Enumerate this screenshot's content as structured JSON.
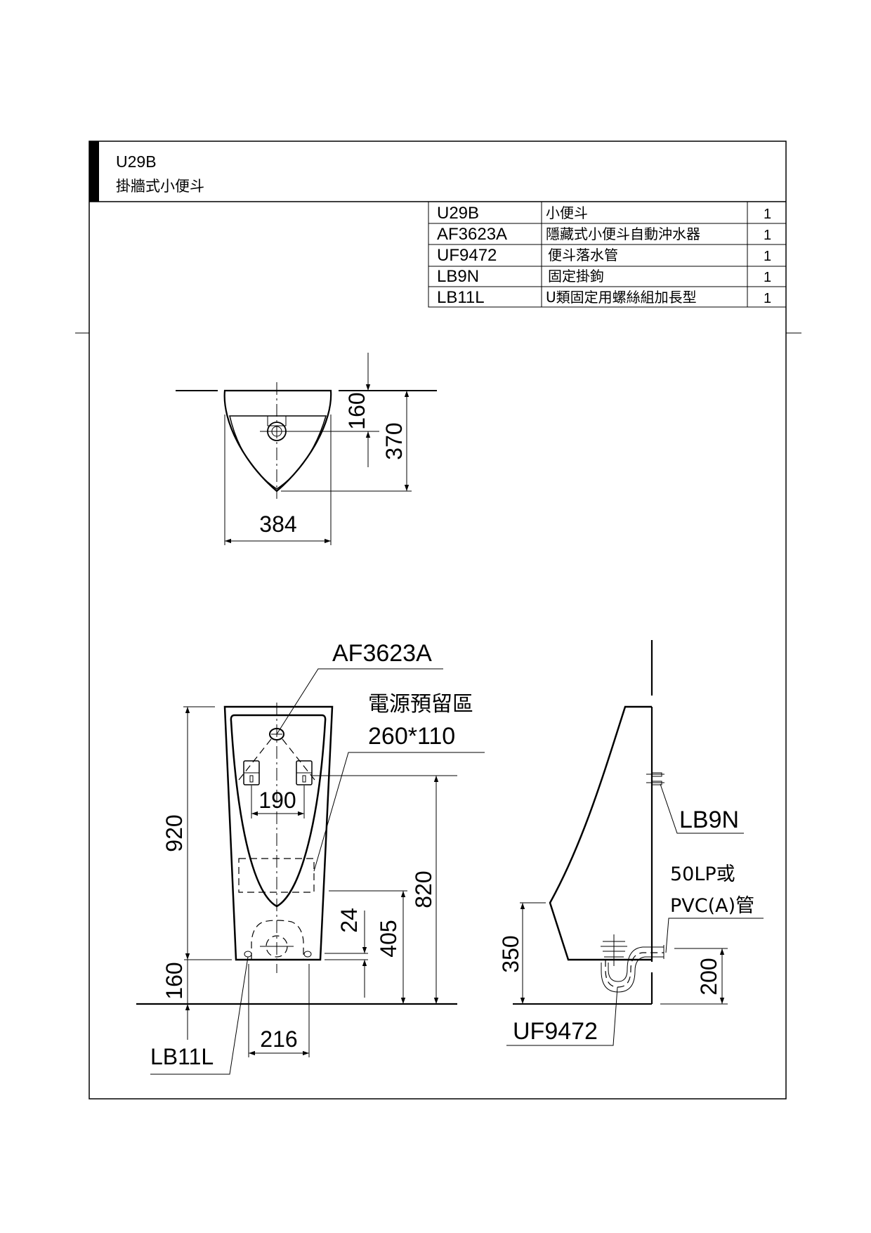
{
  "header": {
    "model": "U29B",
    "subtitle": "掛牆式小便斗"
  },
  "parts_table": [
    {
      "code": "U29B",
      "name": "小便斗",
      "qty": "1"
    },
    {
      "code": "AF3623A",
      "name": "隱藏式小便斗自動沖水器",
      "qty": "1"
    },
    {
      "code": "UF9472",
      "name": "便斗落水管",
      "qty": "1"
    },
    {
      "code": "LB9N",
      "name": "固定掛鉤",
      "qty": "1"
    },
    {
      "code": "LB11L",
      "name": "U類固定用螺絲組加長型",
      "qty": "1"
    }
  ],
  "top_view": {
    "dim_width": "384",
    "dim_drain": "160",
    "dim_depth": "370"
  },
  "front_view": {
    "label_sensor": "AF3623A",
    "label_power_1": "電源預留區",
    "label_power_2": "260*110",
    "label_screw": "LB11L",
    "dim_height": "920",
    "dim_bottom": "160",
    "dim_bracket_span": "190",
    "dim_screw_span": "216",
    "dim_bracket_height": "820",
    "dim_power_height": "405",
    "dim_screw_offset": "24"
  },
  "side_view": {
    "label_hook": "LB9N",
    "label_pipe_1": "50LP或",
    "label_pipe_2": "PVC(A)管",
    "label_trap": "UF9472",
    "dim_lip": "350",
    "dim_outlet": "200"
  }
}
